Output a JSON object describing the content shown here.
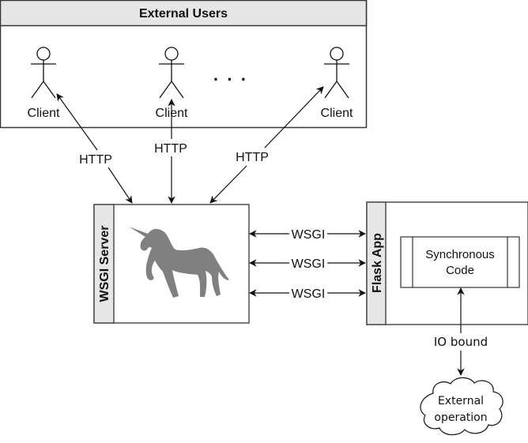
{
  "diagram": {
    "external_users": {
      "title": "External Users",
      "clients": [
        {
          "label": "Client"
        },
        {
          "label": "Client"
        },
        {
          "label": "Client"
        }
      ],
      "ellipsis": "· · ·"
    },
    "connections": {
      "http": [
        {
          "label": "HTTP"
        },
        {
          "label": "HTTP"
        },
        {
          "label": "HTTP"
        }
      ],
      "wsgi": [
        {
          "label": "WSGI"
        },
        {
          "label": "WSGI"
        },
        {
          "label": "WSGI"
        }
      ],
      "io": {
        "label": "IO bound"
      }
    },
    "wsgi_server": {
      "title": "WSGI Server",
      "icon": "unicorn-icon"
    },
    "flask_app": {
      "title": "Flask App",
      "inner_box": {
        "line1": "Synchronous",
        "line2": "Code"
      }
    },
    "external_operation": {
      "line1": "External",
      "line2": "operation"
    },
    "colors": {
      "header_fill": "#e6e6e6",
      "stroke": "#333333",
      "unicorn": "#808080"
    }
  }
}
